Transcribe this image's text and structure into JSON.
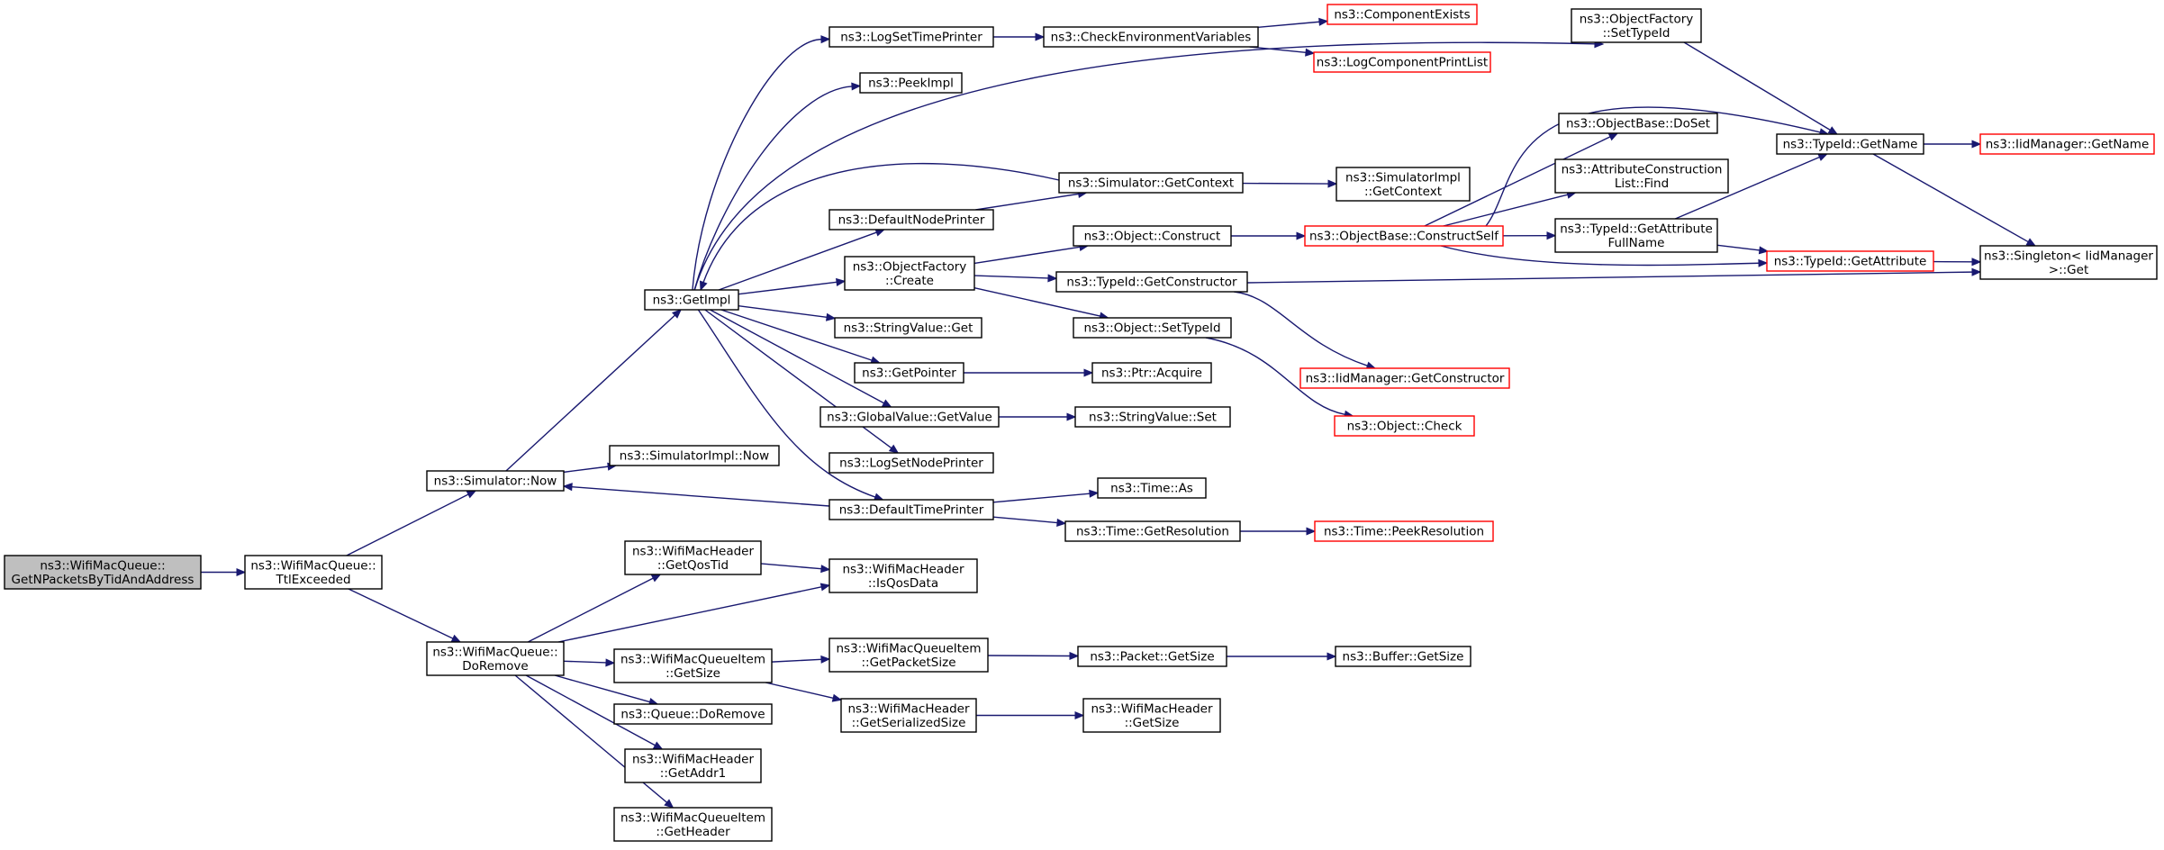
{
  "title": "ns3::WifiMacQueue::GetNPacketsByTidAndAddress call graph",
  "colors": {
    "edge": "#191970",
    "truncated_border": "#ff0000",
    "root_fill": "#bfbfbf"
  },
  "nodes": [
    {
      "id": "root",
      "lines": [
        "ns3::WifiMacQueue::",
        "GetNPacketsByTidAndAddress"
      ],
      "style": "root"
    },
    {
      "id": "ttl",
      "lines": [
        "ns3::WifiMacQueue::",
        "TtlExceeded"
      ],
      "style": "normal"
    },
    {
      "id": "simnow",
      "lines": [
        "ns3::Simulator::Now"
      ],
      "style": "normal"
    },
    {
      "id": "doremove",
      "lines": [
        "ns3::WifiMacQueue::",
        "DoRemove"
      ],
      "style": "normal"
    },
    {
      "id": "getimpl",
      "lines": [
        "ns3::GetImpl"
      ],
      "style": "normal"
    },
    {
      "id": "simimplnow",
      "lines": [
        "ns3::SimulatorImpl::Now"
      ],
      "style": "normal"
    },
    {
      "id": "logsettime",
      "lines": [
        "ns3::LogSetTimePrinter"
      ],
      "style": "normal"
    },
    {
      "id": "peekimpl",
      "lines": [
        "ns3::PeekImpl"
      ],
      "style": "normal"
    },
    {
      "id": "defnode",
      "lines": [
        "ns3::DefaultNodePrinter"
      ],
      "style": "normal"
    },
    {
      "id": "ofcreate",
      "lines": [
        "ns3::ObjectFactory",
        "::Create"
      ],
      "style": "normal"
    },
    {
      "id": "strget",
      "lines": [
        "ns3::StringValue::Get"
      ],
      "style": "normal"
    },
    {
      "id": "getptr",
      "lines": [
        "ns3::GetPointer"
      ],
      "style": "normal"
    },
    {
      "id": "gvget",
      "lines": [
        "ns3::GlobalValue::GetValue"
      ],
      "style": "normal"
    },
    {
      "id": "logsetnode",
      "lines": [
        "ns3::LogSetNodePrinter"
      ],
      "style": "normal"
    },
    {
      "id": "deftime",
      "lines": [
        "ns3::DefaultTimePrinter"
      ],
      "style": "normal"
    },
    {
      "id": "getqostid",
      "lines": [
        "ns3::WifiMacHeader",
        "::GetQosTid"
      ],
      "style": "normal"
    },
    {
      "id": "isqosdata",
      "lines": [
        "ns3::WifiMacHeader",
        "::IsQosData"
      ],
      "style": "normal"
    },
    {
      "id": "itemsize",
      "lines": [
        "ns3::WifiMacQueueItem",
        "::GetSize"
      ],
      "style": "normal"
    },
    {
      "id": "qdoremove",
      "lines": [
        "ns3::Queue::DoRemove"
      ],
      "style": "normal"
    },
    {
      "id": "getaddr1",
      "lines": [
        "ns3::WifiMacHeader",
        "::GetAddr1"
      ],
      "style": "normal"
    },
    {
      "id": "getheader",
      "lines": [
        "ns3::WifiMacQueueItem",
        "::GetHeader"
      ],
      "style": "normal"
    },
    {
      "id": "checkenv",
      "lines": [
        "ns3::CheckEnvironmentVariables"
      ],
      "style": "normal"
    },
    {
      "id": "compexists",
      "lines": [
        "ns3::ComponentExists"
      ],
      "style": "red"
    },
    {
      "id": "logcomplist",
      "lines": [
        "ns3::LogComponentPrintList"
      ],
      "style": "red"
    },
    {
      "id": "simgetctx",
      "lines": [
        "ns3::Simulator::GetContext"
      ],
      "style": "normal"
    },
    {
      "id": "simimplctx",
      "lines": [
        "ns3::SimulatorImpl",
        "::GetContext"
      ],
      "style": "normal"
    },
    {
      "id": "objconstruct",
      "lines": [
        "ns3::Object::Construct"
      ],
      "style": "normal"
    },
    {
      "id": "getctor",
      "lines": [
        "ns3::TypeId::GetConstructor"
      ],
      "style": "normal"
    },
    {
      "id": "settypeid",
      "lines": [
        "ns3::Object::SetTypeId"
      ],
      "style": "normal"
    },
    {
      "id": "ptracquire",
      "lines": [
        "ns3::Ptr::Acquire"
      ],
      "style": "normal"
    },
    {
      "id": "strset",
      "lines": [
        "ns3::StringValue::Set"
      ],
      "style": "normal"
    },
    {
      "id": "timeas",
      "lines": [
        "ns3::Time::As"
      ],
      "style": "normal"
    },
    {
      "id": "timegetres",
      "lines": [
        "ns3::Time::GetResolution"
      ],
      "style": "normal"
    },
    {
      "id": "timepeekres",
      "lines": [
        "ns3::Time::PeekResolution"
      ],
      "style": "red"
    },
    {
      "id": "getpktsize",
      "lines": [
        "ns3::WifiMacQueueItem",
        "::GetPacketSize"
      ],
      "style": "normal"
    },
    {
      "id": "getsersize",
      "lines": [
        "ns3::WifiMacHeader",
        "::GetSerializedSize"
      ],
      "style": "normal"
    },
    {
      "id": "pktgetsize",
      "lines": [
        "ns3::Packet::GetSize"
      ],
      "style": "normal"
    },
    {
      "id": "hdrgetsize",
      "lines": [
        "ns3::WifiMacHeader",
        "::GetSize"
      ],
      "style": "normal"
    },
    {
      "id": "bufgetsize",
      "lines": [
        "ns3::Buffer::GetSize"
      ],
      "style": "normal"
    },
    {
      "id": "ofsettypeid",
      "lines": [
        "ns3::ObjectFactory",
        "::SetTypeId"
      ],
      "style": "normal"
    },
    {
      "id": "obdoset",
      "lines": [
        "ns3::ObjectBase::DoSet"
      ],
      "style": "normal"
    },
    {
      "id": "acfind",
      "lines": [
        "ns3::AttributeConstruction",
        "List::Find"
      ],
      "style": "normal"
    },
    {
      "id": "constructself",
      "lines": [
        "ns3::ObjectBase::ConstructSelf"
      ],
      "style": "red"
    },
    {
      "id": "getattrfull",
      "lines": [
        "ns3::TypeId::GetAttribute",
        "FullName"
      ],
      "style": "normal"
    },
    {
      "id": "iidgetctor",
      "lines": [
        "ns3::IidManager::GetConstructor"
      ],
      "style": "red"
    },
    {
      "id": "objcheck",
      "lines": [
        "ns3::Object::Check"
      ],
      "style": "red"
    },
    {
      "id": "typeidgetname",
      "lines": [
        "ns3::TypeId::GetName"
      ],
      "style": "normal"
    },
    {
      "id": "iidgetname",
      "lines": [
        "ns3::IidManager::GetName"
      ],
      "style": "red"
    },
    {
      "id": "typeidgetattr",
      "lines": [
        "ns3::TypeId::GetAttribute"
      ],
      "style": "red"
    },
    {
      "id": "singleton",
      "lines": [
        "ns3::Singleton< IidManager",
        " >::Get"
      ],
      "style": "normal"
    }
  ]
}
